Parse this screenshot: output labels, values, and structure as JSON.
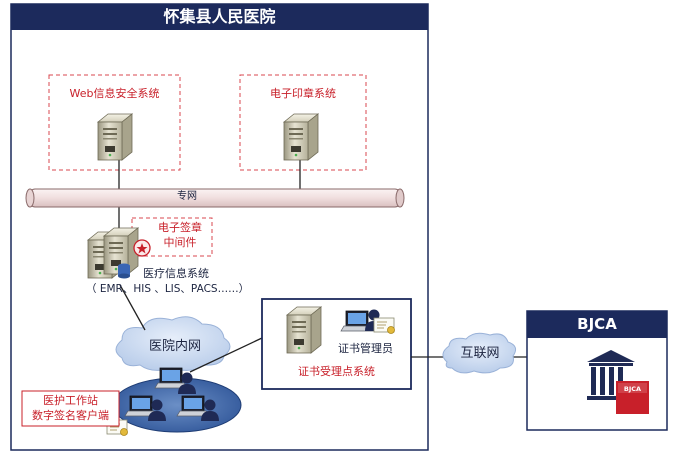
{
  "hospital": {
    "title": "怀集县人民医院"
  },
  "web_security": {
    "label": "Web信息安全系统"
  },
  "e_seal": {
    "label": "电子印章系统"
  },
  "private_net": {
    "label": "专网"
  },
  "middleware": {
    "line1": "电子签章",
    "line2": "中间件"
  },
  "his": {
    "label": "医疗信息系统",
    "sub": "（ EMR、HIS 、LIS、PACS……）"
  },
  "intranet": {
    "label": "医院内网"
  },
  "ca_point": {
    "admin_label": "证书管理员",
    "system_label": "证书受理点系统"
  },
  "workstation": {
    "line1": "医护工作站",
    "line2": "数字签名客户端"
  },
  "internet": {
    "label": "互联网"
  },
  "bjca": {
    "title": "BJCA",
    "logo_text": "BJCA"
  },
  "colors": {
    "navy": "#1c2a5c",
    "red": "#c8202a",
    "cloud": "#c5d6ee",
    "pipe": "#f2e4e4"
  }
}
